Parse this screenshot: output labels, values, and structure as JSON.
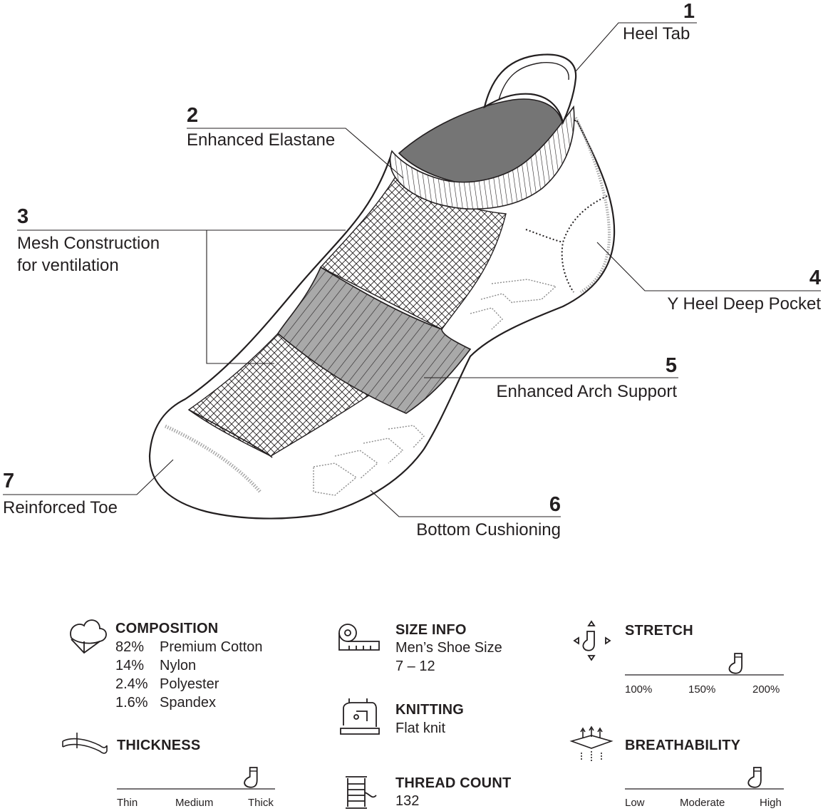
{
  "callouts": [
    {
      "number": "1",
      "label": "Heel Tab"
    },
    {
      "number": "2",
      "label": "Enhanced Elastane"
    },
    {
      "number": "3",
      "label": "Mesh Construction",
      "label2": "for ventilation"
    },
    {
      "number": "4",
      "label": "Y Heel Deep Pocket"
    },
    {
      "number": "5",
      "label": "Enhanced Arch Support"
    },
    {
      "number": "6",
      "label": "Bottom Cushioning"
    },
    {
      "number": "7",
      "label": "Reinforced Toe"
    }
  ],
  "specs": {
    "composition": {
      "title": "COMPOSITION",
      "items": [
        {
          "pct": "82%",
          "material": "Premium Cotton"
        },
        {
          "pct": "14%",
          "material": "Nylon"
        },
        {
          "pct": "2.4%",
          "material": "Polyester"
        },
        {
          "pct": "1.6%",
          "material": "Spandex"
        }
      ]
    },
    "thickness": {
      "title": "THICKNESS",
      "labels": [
        "Thin",
        "Medium",
        "Thick"
      ],
      "level": 0.85
    },
    "size": {
      "title": "SIZE INFO",
      "line1": "Men’s Shoe Size",
      "line2": "7 – 12"
    },
    "knitting": {
      "title": "KNITTING",
      "value": "Flat knit"
    },
    "thread": {
      "title": "THREAD COUNT",
      "value": "132"
    },
    "stretch": {
      "title": "STRETCH",
      "labels": [
        "100%",
        "150%",
        "200%"
      ],
      "level": 0.7
    },
    "breathability": {
      "title": "BREATHABILITY",
      "labels": [
        "Low",
        "Moderate",
        "High"
      ],
      "level": 0.82
    }
  },
  "icons": [
    "cotton-icon",
    "fabric-layer-icon",
    "measuring-tape-icon",
    "sewing-machine-icon",
    "thread-spool-icon",
    "stretch-sock-icon",
    "breathable-fabric-icon",
    "sock-marker-icon"
  ]
}
